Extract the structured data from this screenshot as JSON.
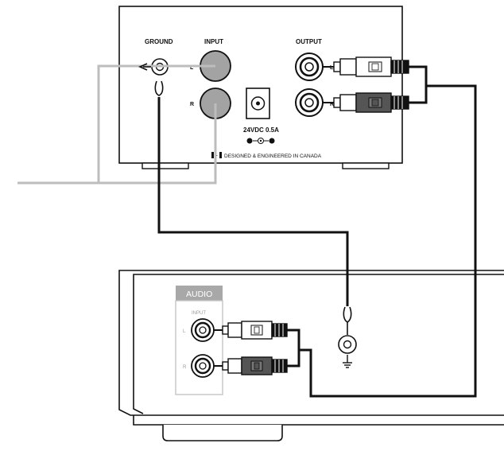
{
  "preamp": {
    "ground_label": "GROUND",
    "input_label": "INPUT",
    "output_label": "OUTPUT",
    "input_l": "L",
    "input_r": "R",
    "output_l": "L",
    "output_r": "R",
    "power_rating": "24VDC 0.5A",
    "brand_mark": "+",
    "footer_text": "DESIGNED & ENGINEERED IN CANADA"
  },
  "receiver": {
    "audio_label": "AUDIO",
    "input_label": "INPUT",
    "input_l": "L",
    "input_r": "R"
  },
  "colors": {
    "line": "#111111",
    "light_cable": "#bdbdbd",
    "dark_plug": "#555555",
    "panel_grey": "#9a9a9a"
  }
}
